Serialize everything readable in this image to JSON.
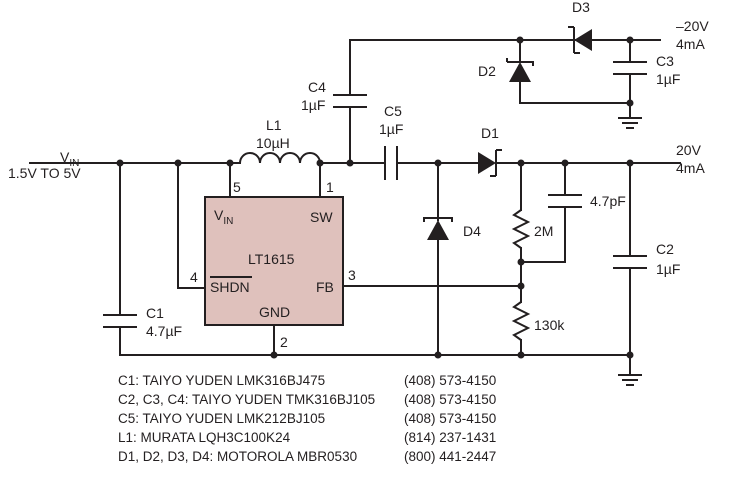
{
  "colors": {
    "ink": "#231f20",
    "ic_fill": "#dfc1bc",
    "background": "#ffffff"
  },
  "input": {
    "name": "V",
    "name_sub": "IN",
    "range": "1.5V TO 5V"
  },
  "outputs": {
    "positive": {
      "voltage": "20V",
      "current": "4mA"
    },
    "negative": {
      "voltage": "–20V",
      "current": "4mA"
    }
  },
  "ic": {
    "part": "LT1615",
    "pin_vin": "V",
    "pin_vin_sub": "IN",
    "pin_sw": "SW",
    "pin_shdn": "SHDN",
    "pin_fb": "FB",
    "pin_gnd": "GND",
    "pin_numbers": {
      "vin": "5",
      "sw": "1",
      "shdn": "4",
      "fb": "3",
      "gnd": "2"
    }
  },
  "components": {
    "L1": {
      "ref": "L1",
      "value": "10µH"
    },
    "C1": {
      "ref": "C1",
      "value": "4.7µF"
    },
    "C2": {
      "ref": "C2",
      "value": "1µF"
    },
    "C3": {
      "ref": "C3",
      "value": "1µF"
    },
    "C4": {
      "ref": "C4",
      "value": "1µF"
    },
    "C5": {
      "ref": "C5",
      "value": "1µF"
    },
    "C_ff": {
      "value": "4.7pF"
    },
    "R_top": {
      "value": "2M"
    },
    "R_bot": {
      "value": "130k"
    },
    "D1": {
      "ref": "D1"
    },
    "D2": {
      "ref": "D2"
    },
    "D3": {
      "ref": "D3"
    },
    "D4": {
      "ref": "D4"
    }
  },
  "bom": [
    {
      "parts": "C1: TAIYO YUDEN LMK316BJ475",
      "phone": "(408) 573-4150"
    },
    {
      "parts": "C2, C3, C4: TAIYO YUDEN TMK316BJ105",
      "phone": "(408) 573-4150"
    },
    {
      "parts": "C5: TAIYO YUDEN LMK212BJ105",
      "phone": "(408) 573-4150"
    },
    {
      "parts": "L1: MURATA LQH3C100K24",
      "phone": "(814) 237-1431"
    },
    {
      "parts": "D1, D2, D3, D4: MOTOROLA MBR0530",
      "phone": "(800) 441-2447"
    }
  ]
}
